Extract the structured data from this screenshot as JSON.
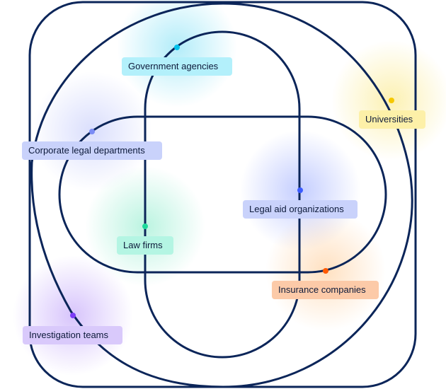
{
  "diagram": {
    "line_color": "#0b2559",
    "segments": [
      {
        "id": "government",
        "label": "Government agencies",
        "dot_color": "#00c2ec",
        "bg_color": "#b3f0fb"
      },
      {
        "id": "universities",
        "label": "Universities",
        "dot_color": "#f5c800",
        "bg_color": "#fdf0a8"
      },
      {
        "id": "corporate",
        "label": "Corporate legal departments",
        "dot_color": "#7b8cf5",
        "bg_color": "#c9d2fb"
      },
      {
        "id": "legal-aid",
        "label": "Legal aid organizations",
        "dot_color": "#3b5bff",
        "bg_color": "#c9d2fb"
      },
      {
        "id": "law-firms",
        "label": "Law firms",
        "dot_color": "#1dd99a",
        "bg_color": "#b4f5e3"
      },
      {
        "id": "insurance",
        "label": "Insurance companies",
        "dot_color": "#ff5a00",
        "bg_color": "#fccaa8"
      },
      {
        "id": "investigation",
        "label": "Investigation teams",
        "dot_color": "#7b3cf5",
        "bg_color": "#d9c9fb"
      }
    ]
  }
}
